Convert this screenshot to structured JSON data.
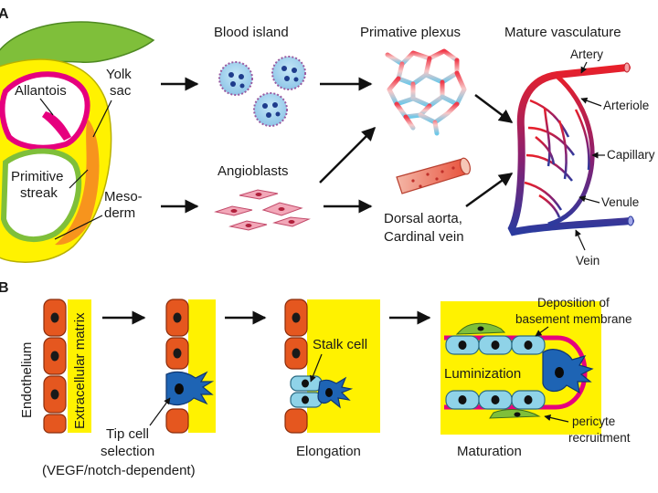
{
  "panel_a": {
    "panel_letter": "A",
    "embryo": {
      "allantois": "Allantois",
      "yolk_sac_line1": "Yolk",
      "yolk_sac_line2": "sac",
      "primitive_streak_line1": "Primitive",
      "primitive_streak_line2": "streak",
      "mesoderm_line1": "Meso-",
      "mesoderm_line2": "derm"
    },
    "stages": {
      "blood_island": "Blood island",
      "angioblasts": "Angioblasts",
      "primitive_plexus": "Primative plexus",
      "dorsal_aorta_line1": "Dorsal aorta,",
      "dorsal_aorta_line2": "Cardinal vein",
      "mature_vasculature": "Mature vasculature"
    },
    "vessels": {
      "artery": "Artery",
      "arteriole": "Arteriole",
      "capillary": "Capillary",
      "venule": "Venule",
      "vein": "Vein"
    }
  },
  "panel_b": {
    "panel_letter": "B",
    "labels": {
      "endothelium": "Endothelium",
      "extracellular_matrix": "Extracellular matrix",
      "tip_cell_line1": "Tip cell",
      "tip_cell_line2": "selection",
      "tip_cell_line3": "(VEGF/notch-dependent)",
      "stalk_cell": "Stalk cell",
      "elongation": "Elongation",
      "deposition_line1": "Deposition of",
      "deposition_line2": "basement membrane",
      "luminization": "Luminization",
      "pericyte_line1": "pericyte",
      "pericyte_line2": "recruitment",
      "maturation": "Maturation"
    }
  },
  "colors": {
    "yellow": "#fff200",
    "endothelial_orange": "#e5571f",
    "tip_cell_blue": "#1e64b4",
    "light_cyan": "#8fd3e8",
    "magenta": "#e6007e",
    "green": "#7fbf3a",
    "artery_red": "#e8202a",
    "vein_blue": "#2b3a9e"
  }
}
